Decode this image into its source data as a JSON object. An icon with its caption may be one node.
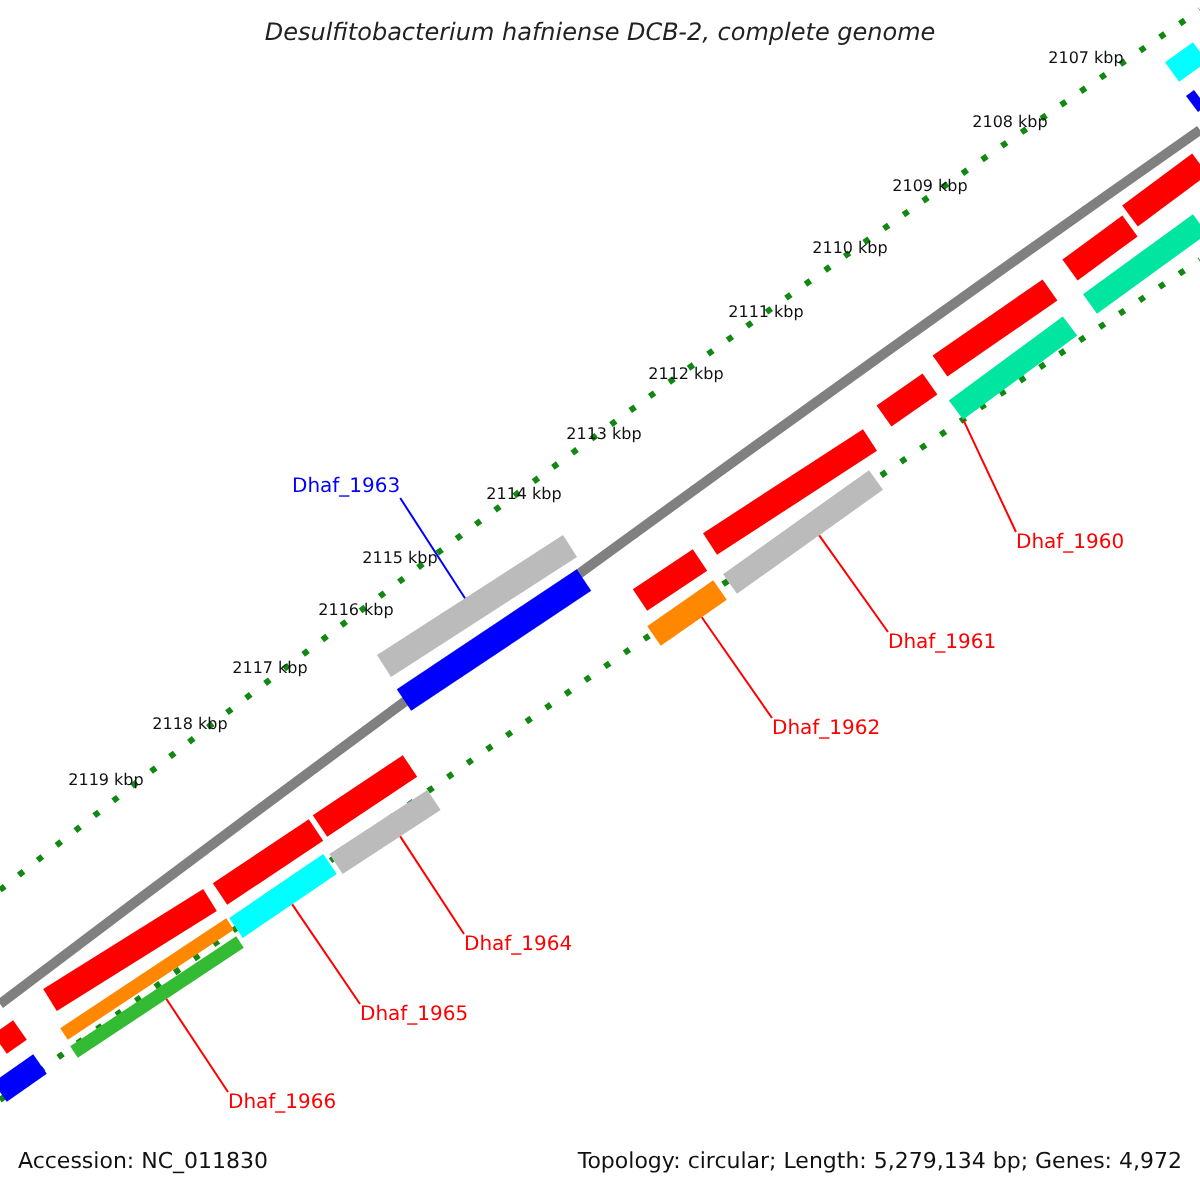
{
  "diagram": {
    "title": "Desulfitobacterium hafniense DCB-2, complete genome",
    "nodes": [
      {
        "text": [
          "Dhaf_1963"
        ]
      },
      {
        "text": [
          "Dhaf_1960"
        ]
      },
      {
        "text": [
          "Dhaf_1961"
        ]
      },
      {
        "text": [
          "Dhaf_1962"
        ]
      },
      {
        "text": [
          "Dhaf_1964"
        ]
      },
      {
        "text": [
          "Dhaf_1965"
        ]
      },
      {
        "text": [
          "Dhaf_1966"
        ]
      },
      {
        "text": [],
        "shape": "bar"
      },
      {
        "text": [],
        "shape": "bar"
      },
      {
        "text": [],
        "shape": "bar"
      },
      {
        "text": [],
        "shape": "bar"
      },
      {
        "text": [],
        "shape": "bar"
      },
      {
        "text": [],
        "shape": "bar"
      },
      {
        "text": [],
        "shape": "bar"
      },
      {
        "text": [],
        "shape": "bar"
      },
      {
        "text": [],
        "shape": "bar"
      },
      {
        "text": [],
        "shape": "bar"
      },
      {
        "text": [],
        "shape": "bar"
      },
      {
        "text": [],
        "shape": "bar"
      },
      {
        "text": [],
        "shape": "bar"
      },
      {
        "text": [],
        "shape": "bar"
      },
      {
        "text": [],
        "shape": "bar"
      },
      {
        "text": [],
        "shape": "bar"
      },
      {
        "text": [],
        "shape": "bar"
      },
      {
        "text": [],
        "shape": "bar"
      },
      {
        "text": [],
        "shape": "bar"
      },
      {
        "text": [],
        "shape": "bar"
      },
      {
        "text": [],
        "shape": "bar"
      },
      {
        "text": [],
        "shape": "bar"
      },
      {
        "text": [],
        "shape": "bar"
      }
    ],
    "edges": [
      {
        "from": 0,
        "to": 7,
        "arrow": "none",
        "color": "#0000ff"
      },
      {
        "from": 1,
        "to": 8,
        "arrow": "none"
      },
      {
        "from": 2,
        "to": 9,
        "arrow": "none"
      },
      {
        "from": 3,
        "to": 10,
        "arrow": "none"
      },
      {
        "from": 4,
        "to": 11,
        "arrow": "none"
      },
      {
        "from": 5,
        "to": 12,
        "arrow": "none"
      },
      {
        "from": 6,
        "to": 13,
        "arrow": "none"
      }
    ],
    "labels": [
      "2107 kbp",
      "2108 kbp",
      "2109 kbp",
      "2110 kbp",
      "2111 kbp",
      "2112 kbp",
      "2113 kbp",
      "2114 kbp",
      "2115 kbp",
      "2116 kbp",
      "2117 kbp",
      "2118 kbp",
      "2119 kbp",
      "Accession: NC_011830",
      "Topology: circular; Length: 5,279,134 bp; Genes: 4,972"
    ]
  }
}
